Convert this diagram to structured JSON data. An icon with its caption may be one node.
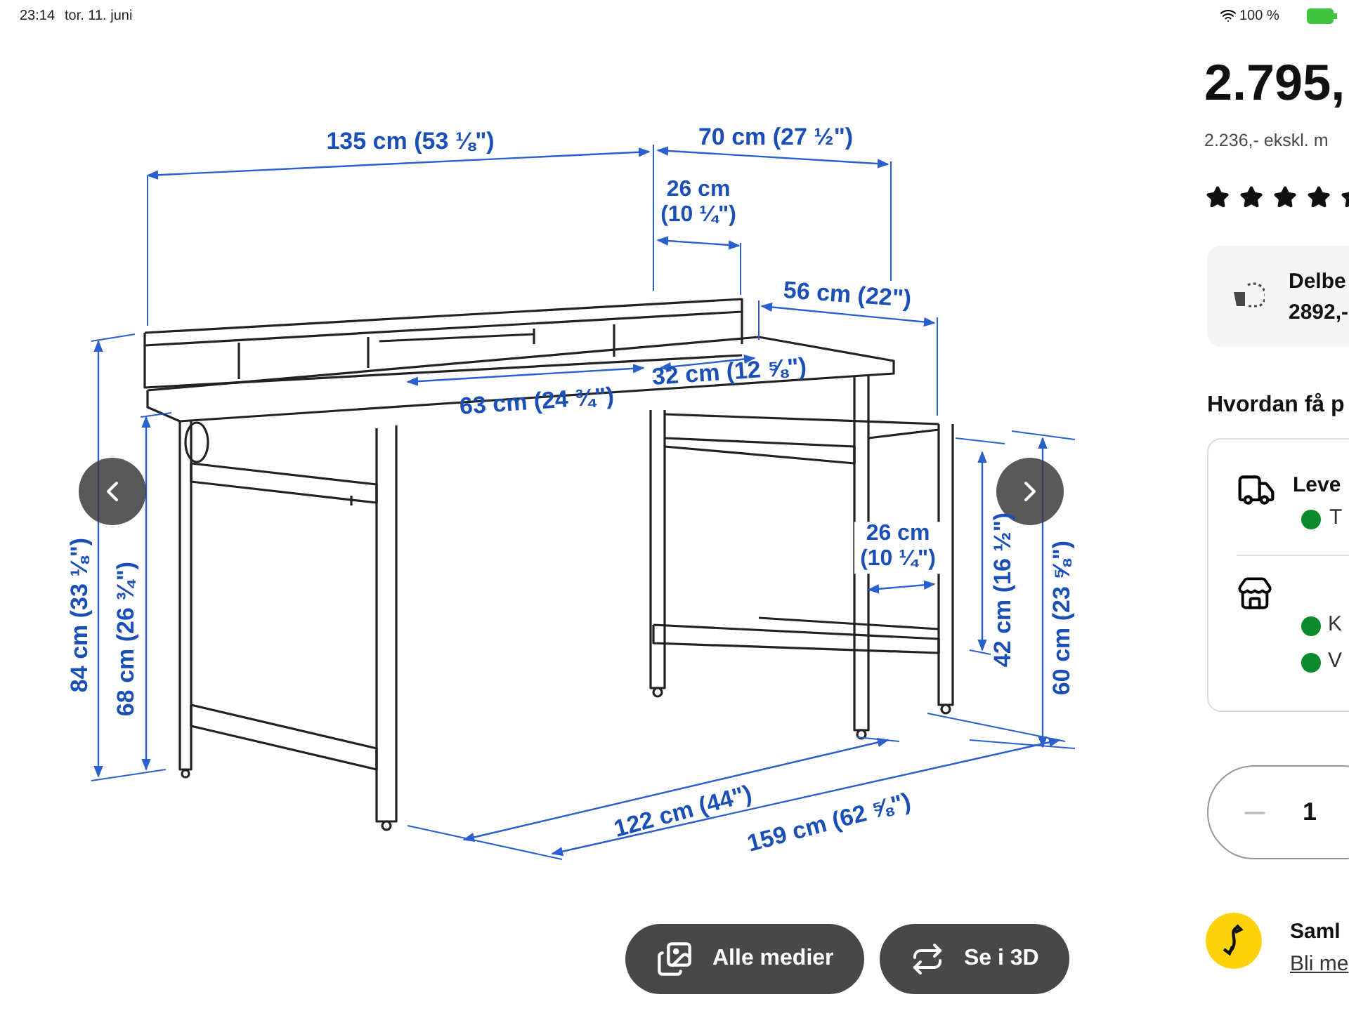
{
  "diagram": {
    "labels": [
      "23:14",
      "tor. 11. juni",
      "100 %",
      "135 cm (53 ⅛\")",
      "70 cm (27 ½\")",
      "2.795,",
      "2.236,- ekskl. m",
      "26 cm (10 ¼\")",
      "Delbe",
      "2892,-",
      "56 cm (22\")",
      "63 cm (24 ¾\")",
      "32 cm (12 ⅝\")",
      "Hvordan få p",
      "Leve",
      "T",
      "84 cm (33 ⅛\")",
      "68 cm (26 ¾\")",
      "26 cm (10 ¼\")",
      "42 cm (16 ½\")",
      "60 cm (23 ⅝\")",
      "K",
      "V",
      "122 cm (44\")",
      "159 cm (62 ⅝\")",
      "1",
      "Alle medier",
      "Se i 3D",
      "Saml",
      "Bli me"
    ]
  }
}
